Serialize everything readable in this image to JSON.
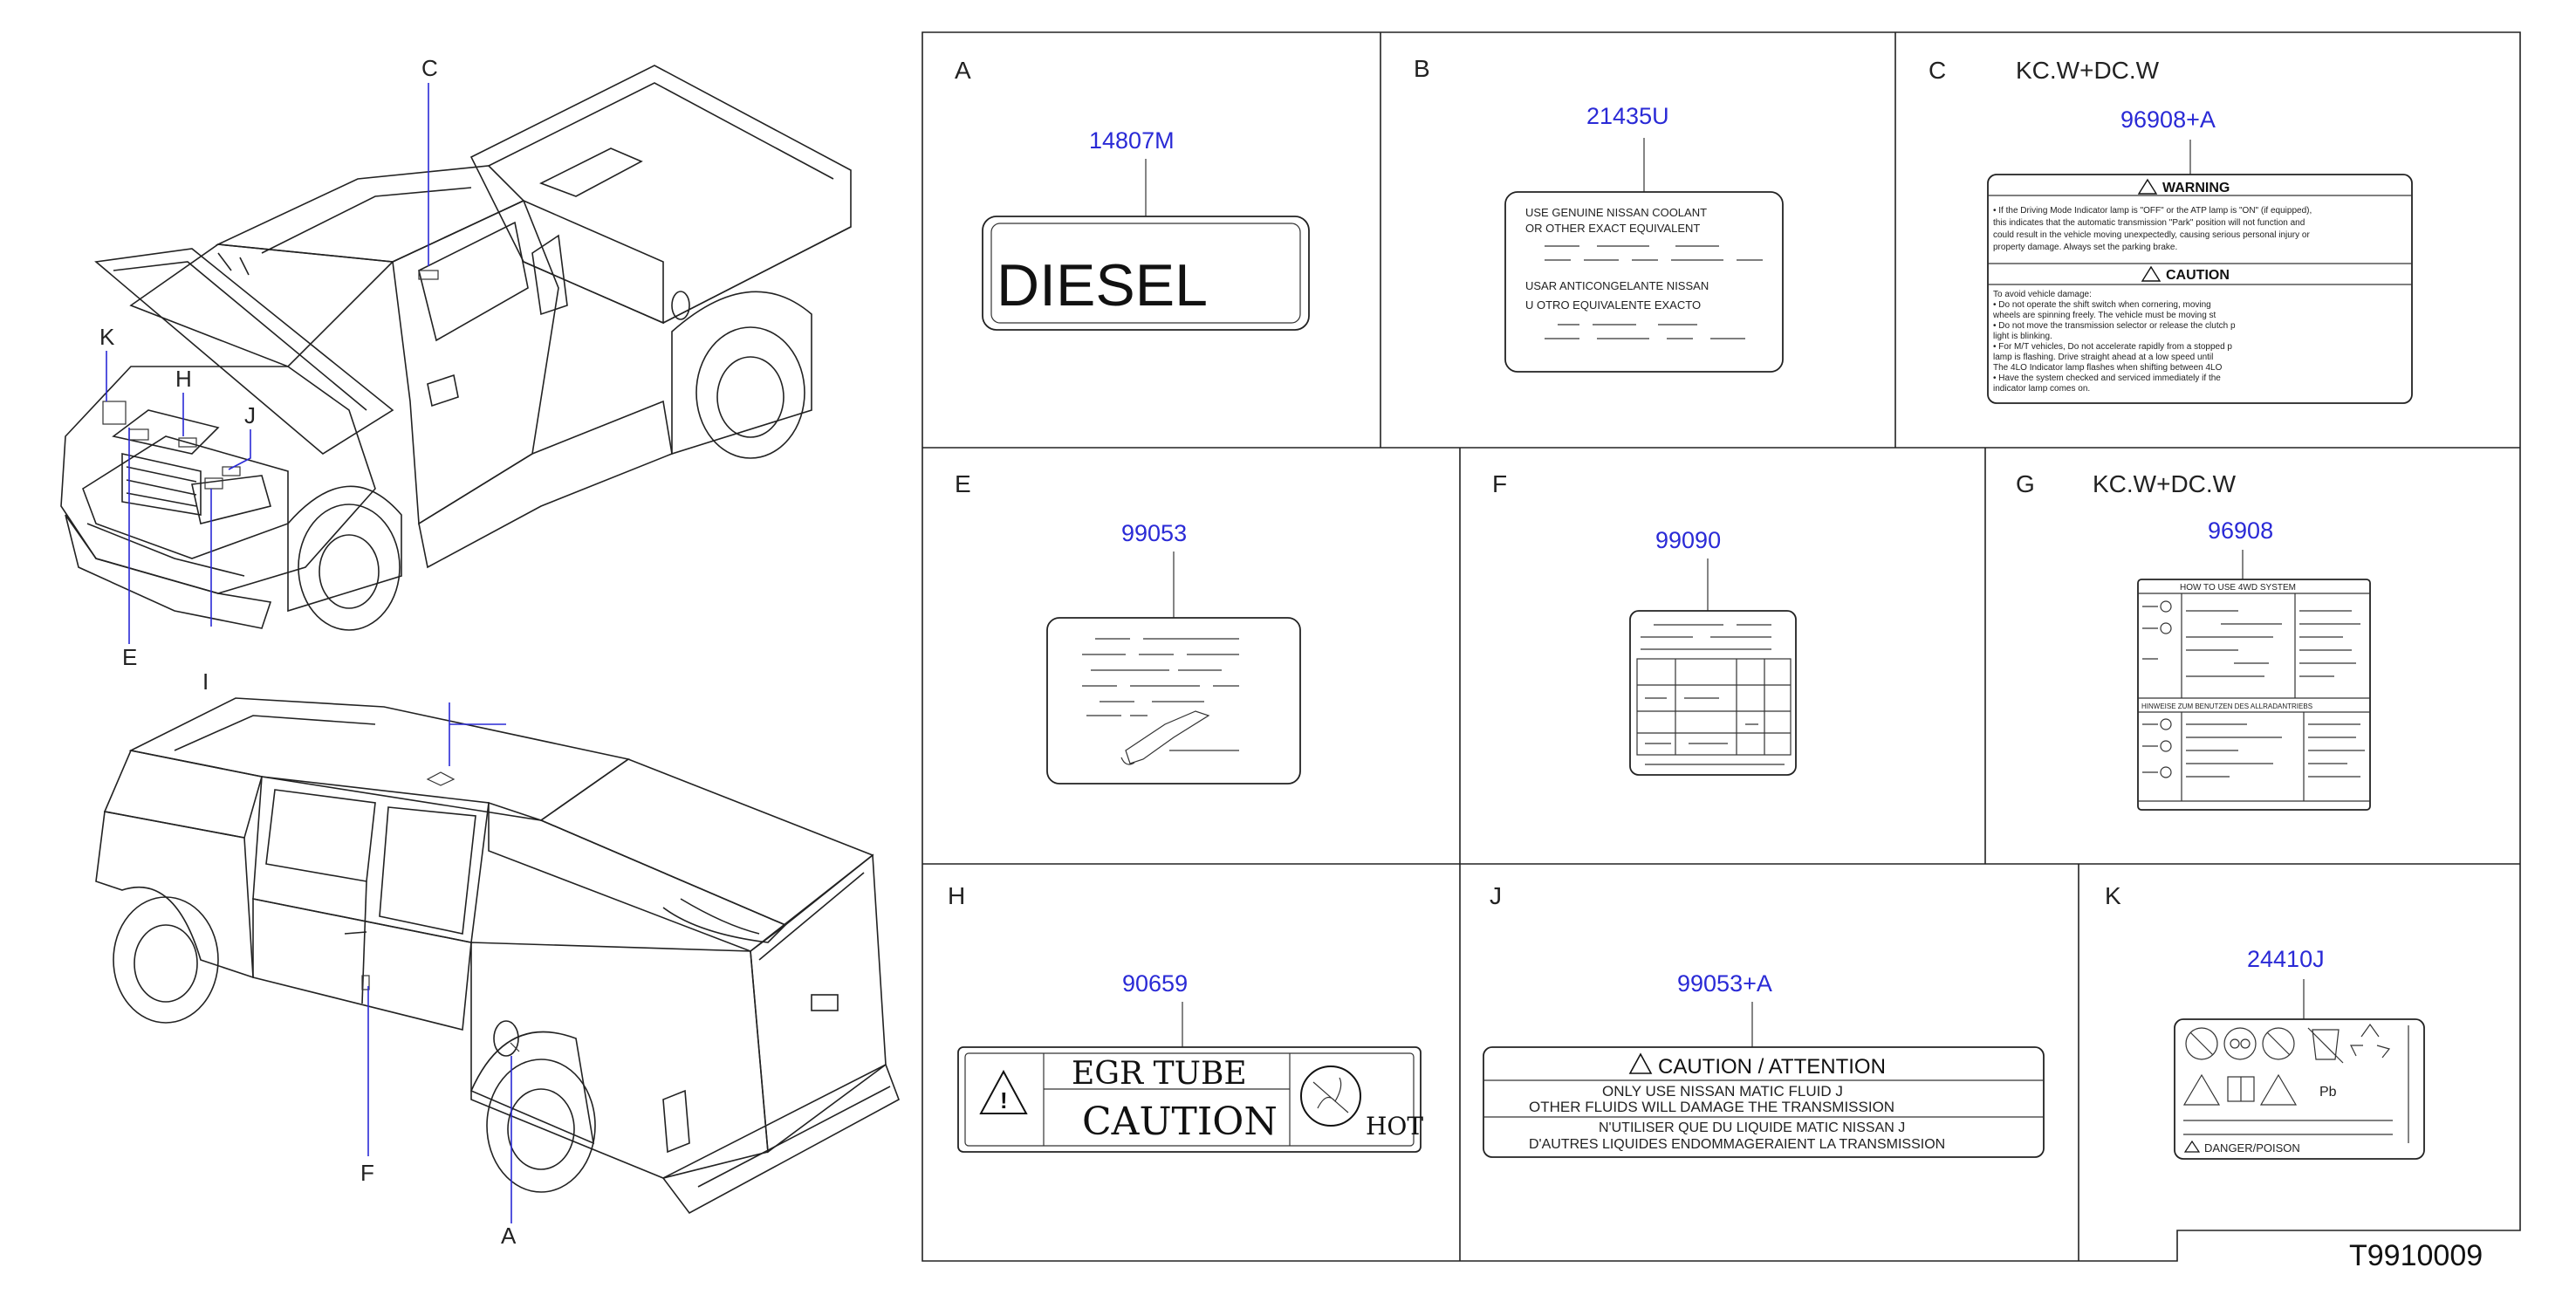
{
  "truck_callouts": {
    "C": "C",
    "K": "K",
    "H": "H",
    "J": "J",
    "E": "E",
    "I": "I",
    "F": "F",
    "A": "A"
  },
  "panels": {
    "A": {
      "letter": "A",
      "part": "14807M",
      "text": "DIESEL"
    },
    "B": {
      "letter": "B",
      "part": "21435U",
      "line1": "USE    GENUINE    NISSAN    COOLANT",
      "line2": "OR    OTHER    EXACT    EQUIVALENT",
      "line3": "USAR    ANTICONGELANTE    NISSAN",
      "line4": "U    OTRO    EQUIVALENTE    EXACTO"
    },
    "C": {
      "letter": "C",
      "variant": "KC.W+DC.W",
      "part": "96908+A",
      "warning": "WARNING",
      "caution": "CAUTION",
      "w1": "• If the Driving Mode Indicator lamp is \"OFF\" or the ATP lamp is \"ON\" (if equipped),",
      "w2": "this indicates that the automatic transmission \"Park\" position will not function and",
      "w3": "could result in the vehicle moving unexpectedly, causing serious personal injury or",
      "w4": "property damage. Always set the parking brake.",
      "c1": "To avoid vehicle damage:",
      "c2": "• Do not  operate the shift switch when cornering, moving",
      "c3": "wheels are spinning freely. The vehicle must be moving st",
      "c4": "• Do not move the transmission selector or release the clutch p",
      "c5": "light is blinking.",
      "c6": "• For M/T vehicles, Do not accelerate rapidly from a stopped p",
      "c7": "lamp is flashing. Drive straight ahead at a low speed until",
      "c8": "The 4LO Indicator lamp flashes when shifting between 4LO",
      "c9": "• Have the system checked and serviced immediately if the",
      "c10": "indicator lamp comes on."
    },
    "E": {
      "letter": "E",
      "part": "99053"
    },
    "F": {
      "letter": "F",
      "part": "99090"
    },
    "G": {
      "letter": "G",
      "variant": "KC.W+DC.W",
      "part": "96908",
      "head1": "HOW    TO    USE    4WD    SYSTEM",
      "head2": "HINWEISE    ZUM    BENUTZEN    DES    ALLRADANTRIEBS"
    },
    "H": {
      "letter": "H",
      "part": "90659",
      "line1": "EGR TUBE",
      "line2": "CAUTION",
      "hot": "HOT"
    },
    "J": {
      "letter": "J",
      "part": "99053+A",
      "title": "CAUTION / ATTENTION",
      "l1": "ONLY  USE  NISSAN  MATIC  FLUID  J",
      "l2": "OTHER   FLUIDS   WILL   DAMAGE   THE   TRANSMISSION",
      "l3": "N'UTILISER QUE DU LIQUIDE MATIC NISSAN J",
      "l4": "D'AUTRES LIQUIDES ENDOMMAGERAIENT LA TRANSMISSION"
    },
    "K": {
      "letter": "K",
      "part": "24410J",
      "pb": "Pb",
      "footer": "DANGER/POISON"
    }
  },
  "diagram_id": "T9910009"
}
